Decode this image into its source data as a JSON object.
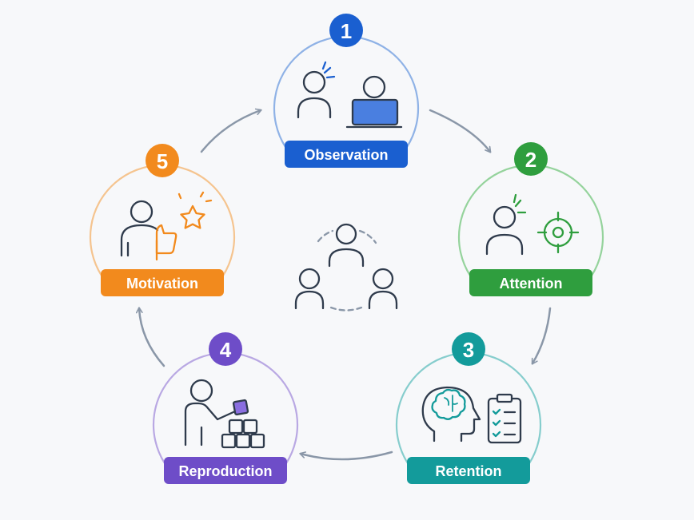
{
  "stages": [
    {
      "number": "1",
      "label": "Observation",
      "color": "#1a5fd0",
      "ring_color": "#8fb2e6",
      "icon": "observer-and-laptop-user-icon"
    },
    {
      "number": "2",
      "label": "Attention",
      "color": "#2f9e3e",
      "ring_color": "#95d39c",
      "icon": "person-with-target-icon"
    },
    {
      "number": "3",
      "label": "Retention",
      "color": "#139b9b",
      "ring_color": "#86cdcd",
      "icon": "brain-head-and-checklist-icon"
    },
    {
      "number": "4",
      "label": "Reproduction",
      "color": "#6e4dc8",
      "ring_color": "#b9a8e3",
      "icon": "person-stacking-blocks-icon"
    },
    {
      "number": "5",
      "label": "Motivation",
      "color": "#f28a1d",
      "ring_color": "#f5c48f",
      "icon": "person-thumbs-up-star-icon"
    }
  ],
  "center_icon": "group-of-people-icon",
  "colors": {
    "arrow": "#8a97a8",
    "line": "#2f3b4c",
    "background": "#f7f8fa"
  }
}
